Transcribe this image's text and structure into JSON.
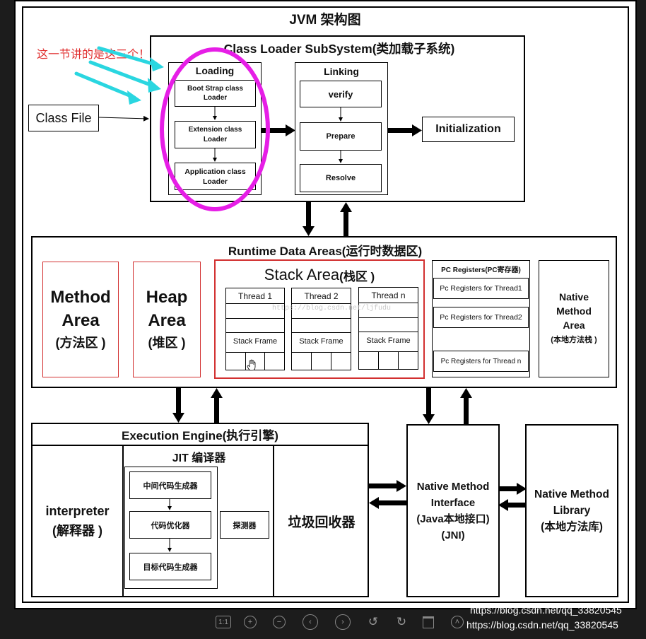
{
  "diagram": {
    "title": "JVM 架构图",
    "annotation": "这一节讲的是这三个！！",
    "class_file": "Class File",
    "class_loader": {
      "title": "Class Loader SubSystem(类加载子系统)",
      "loading": {
        "title": "Loading",
        "items": [
          "Boot Strap class Loader",
          "Extension class Loader",
          "Application class Loader"
        ]
      },
      "linking": {
        "title": "Linking",
        "items": [
          "verify",
          "Prepare",
          "Resolve"
        ]
      },
      "initialization": "Initialization"
    },
    "runtime": {
      "title": "Runtime Data Areas(运行时数据区)",
      "method_area": [
        "Method",
        "Area",
        "(方法区 )"
      ],
      "heap_area": [
        "Heap",
        "Area",
        "(堆区 )"
      ],
      "stack_area": {
        "title_en": "Stack Area",
        "title_cn": "(栈区 )",
        "threads": [
          "Thread 1",
          "Thread 2",
          "Thread n"
        ],
        "frame_label": "Stack Frame"
      },
      "pc_registers": {
        "title": "PC Registers(PC寄存器)",
        "items": [
          "Pc Registers for Thread1",
          "Pc Registers for Thread2",
          "Pc Registers for Thread n"
        ]
      },
      "native_stack": [
        "Native",
        "Method",
        "Area",
        "(本地方法栈 )"
      ]
    },
    "execution": {
      "title": "Execution Engine(执行引擎)",
      "interpreter": [
        "interpreter",
        "(解释器 )"
      ],
      "jit": {
        "title": "JIT 编译器",
        "steps": [
          "中间代码生成器",
          "代码优化器",
          "目标代码生成器"
        ],
        "profiler": "探测器"
      },
      "gc": "垃圾回收器"
    },
    "native_interface": [
      "Native Method",
      "Interface",
      "(Java本地接口)",
      "(JNI)"
    ],
    "native_library": [
      "Native Method",
      "Library",
      "(本地方法库)"
    ],
    "watermark": "https://blog.csdn.net/ljfudu"
  },
  "viewer": {
    "url_1": "https://blog.csdn.net/qq_33820545",
    "url_2": "https://blog.csdn.net/qq_33820545",
    "zoom_label": "1:1"
  },
  "colors": {
    "highlight_ellipse": "#e61ee6",
    "annotation_text": "#e03030",
    "pointer_arrows": "#2ad6e0",
    "stack_border": "#d23030"
  }
}
